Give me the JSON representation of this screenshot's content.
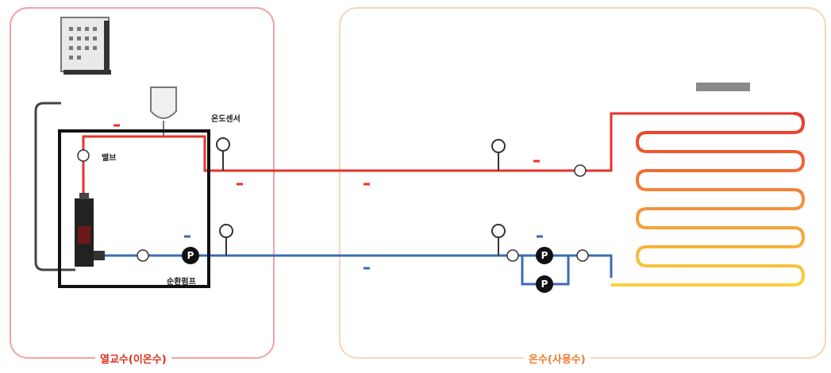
{
  "labels": {
    "left_panel_title": "열교수(이온수)",
    "right_panel_title": "온수(사용수)",
    "temp_sensor": "온도센서",
    "valve": "밸브",
    "circulation_pump": "순환펌프",
    "pump_letter": "P"
  },
  "colors": {
    "supply": "#e8322a",
    "return": "#3d6bb5",
    "left_border": "#f2a3a3",
    "right_border": "#f6d7b8",
    "highlight_box": "#111111",
    "coil_top": "#e8322a",
    "coil_bottom": "#f8d23a"
  },
  "icons": [
    "controller-icon",
    "expansion-tank-icon",
    "heater-icon",
    "pressure-gauge-icon",
    "valve-icon",
    "pump-icon",
    "coil-icon"
  ]
}
